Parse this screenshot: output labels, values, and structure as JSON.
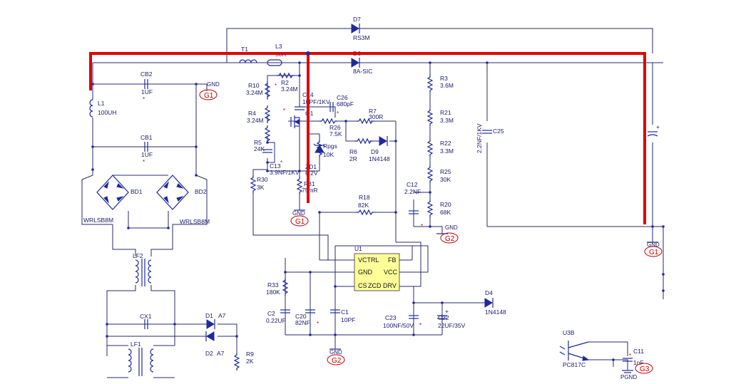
{
  "diodes": {
    "d7": {
      "ref": "D7",
      "value": "RS3M"
    },
    "d6": {
      "ref": "D6",
      "value": "8A-SIC"
    },
    "d9": {
      "ref": "D9",
      "value": "1N4148"
    },
    "d4": {
      "ref": "D4",
      "value": "1N4148"
    },
    "d1": {
      "ref": "D1",
      "value": "A7"
    },
    "d2": {
      "ref": "D2",
      "value": "A7"
    },
    "zd1": {
      "ref": "ZD1",
      "value": "6.2V"
    }
  },
  "inductors": {
    "t1": {
      "ref": "T1"
    },
    "l3": {
      "ref": "L3",
      "value": "50R"
    },
    "l1": {
      "ref": "L1",
      "value": "100UH"
    },
    "lf1": {
      "ref": "LF1"
    },
    "lf2": {
      "ref": "LF2"
    }
  },
  "capacitors": {
    "cb2": {
      "ref": "CB2",
      "value": "1UF"
    },
    "cb1": {
      "ref": "CB1",
      "value": "1UF"
    },
    "c14": {
      "ref": "C14",
      "value": "10PF/1KV"
    },
    "c26": {
      "ref": "C26",
      "value": "680pF"
    },
    "c13": {
      "ref": "C13",
      "value": "3.9NF/1KV"
    },
    "c12": {
      "ref": "C12",
      "value": "2.2NF"
    },
    "c25": {
      "ref": "C25",
      "value": "2.2NF/1KV"
    },
    "c2": {
      "ref": "C2",
      "value": "0.22UF"
    },
    "c20": {
      "ref": "C20",
      "value": "82NF"
    },
    "c1": {
      "ref": "C1",
      "value": "10PF"
    },
    "c23": {
      "ref": "C23",
      "value": "100NF/50V"
    },
    "c22": {
      "ref": "C22",
      "value": "22UF/35V"
    },
    "c11": {
      "ref": "C11",
      "value": "1nF"
    },
    "cx1": {
      "ref": "CX1"
    }
  },
  "resistors": {
    "r10": {
      "ref": "R10",
      "value": "3.24M"
    },
    "r2": {
      "ref": "R2",
      "value": "3.24M"
    },
    "r4": {
      "ref": "R4",
      "value": "3.24M"
    },
    "r5": {
      "ref": "R5",
      "value": "24K"
    },
    "r30": {
      "ref": "R30",
      "value": "3K"
    },
    "r31": {
      "ref": "R31",
      "value": "75mR"
    },
    "r7": {
      "ref": "R7",
      "value": "300R"
    },
    "r26": {
      "ref": "R26",
      "value": "7.5K"
    },
    "r6": {
      "ref": "R6",
      "value": "2R"
    },
    "rpgs": {
      "ref": "Rpgs",
      "value": "10K"
    },
    "r18": {
      "ref": "R18",
      "value": "82K"
    },
    "r3": {
      "ref": "R3",
      "value": "3.6M"
    },
    "r21": {
      "ref": "R21",
      "value": "3.3M"
    },
    "r22": {
      "ref": "R22",
      "value": "3.3M"
    },
    "r25": {
      "ref": "R25",
      "value": "30K"
    },
    "r20": {
      "ref": "R20",
      "value": "68K"
    },
    "r33": {
      "ref": "R33",
      "value": "180K"
    },
    "r9": {
      "ref": "R9",
      "value": "2K"
    }
  },
  "bridges": {
    "bd1": {
      "ref": "BD1",
      "part": "WRLSB8M"
    },
    "bd2": {
      "ref": "BD2",
      "part": "WRLSB8M"
    }
  },
  "transistor": {
    "ref": "Q1"
  },
  "ic": {
    "ref": "U1",
    "pins": {
      "vctrl": "VCTRL",
      "fb": "FB",
      "gnd": "GND",
      "vcc": "VCC",
      "cs": "CS",
      "zcd": "ZCD",
      "drv": "DRV"
    }
  },
  "optocoupler": {
    "ref": "U3B",
    "part": "PC817C"
  },
  "ground_labels": {
    "gnd": "GND",
    "pgnd": "PGND"
  },
  "ground_tags": {
    "g1": "G1",
    "g2": "G2",
    "g3": "G3"
  },
  "star_mark": "*",
  "plus_mark": "+",
  "colors": {
    "wire": "#2a2a6e",
    "component": "#1d2a9e",
    "highlight": "#e00000",
    "ic_fill": "#ffff99",
    "tag": "#c00000"
  }
}
